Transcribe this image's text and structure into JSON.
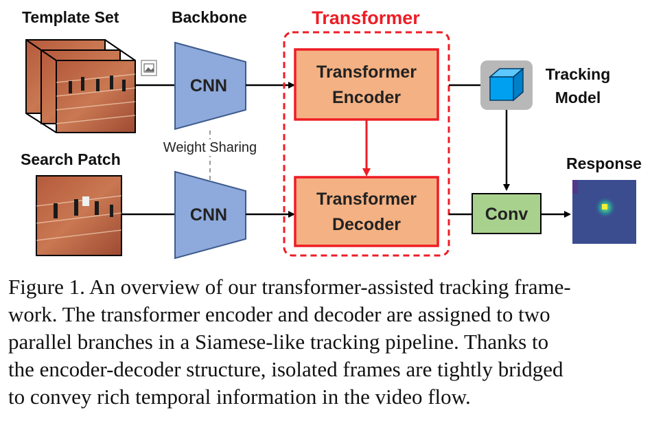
{
  "diagram": {
    "template_set_label": "Template Set",
    "search_patch_label": "Search Patch",
    "backbone_label": "Backbone",
    "transformer_label": "Transformer",
    "cnn_top": "CNN",
    "cnn_bottom": "CNN",
    "weight_sharing": "Weight Sharing",
    "encoder_line1": "Transformer",
    "encoder_line2": "Encoder",
    "decoder_line1": "Transformer",
    "decoder_line2": "Decoder",
    "tracking_model_line1": "Tracking",
    "tracking_model_line2": "Model",
    "conv": "Conv",
    "response": "Response",
    "colors": {
      "cnn_fill": "#8EA9DB",
      "transformer_fill": "#F4B183",
      "transformer_red": "#EE1C25",
      "conv_fill": "#A9D18E",
      "cube": "#00A0F0"
    }
  },
  "caption": {
    "lines": [
      "Figure 1. An overview of our transformer-assisted tracking frame-",
      "work.  The transformer encoder and decoder are assigned to two",
      "parallel branches in a Siamese-like tracking pipeline.  Thanks to",
      "the encoder-decoder structure, isolated frames are tightly bridged",
      "to convey rich temporal information in the video flow."
    ]
  }
}
